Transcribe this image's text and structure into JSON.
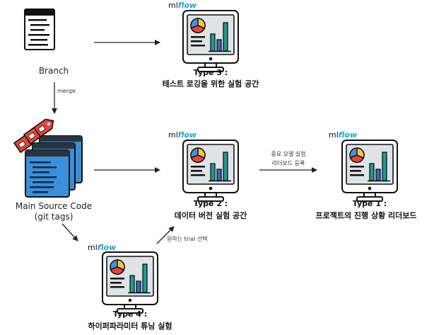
{
  "nodes": {
    "branch": {
      "label": "Branch"
    },
    "main_source": {
      "line1": "Main Source Code",
      "line2": "(git tags)"
    },
    "type3": {
      "title": "Type 3 :",
      "subtitle": "테스트 로깅을 위한 실험 공간"
    },
    "type2": {
      "title": "Type 2 :",
      "subtitle": "데이터 버전 실험 공간"
    },
    "type1": {
      "title": "Type 1 :",
      "subtitle": "프로젝트의 진행 상황 리더보드"
    },
    "type4": {
      "title": "Type 4 :",
      "subtitle": "하이퍼파라미터 튜닝 실험"
    }
  },
  "logo": {
    "ml": "ml",
    "flow": "flow"
  },
  "edges": {
    "merge": "merge",
    "register_line1": "중요 모델 실험",
    "register_line2": "리더보드 등록",
    "select_trial": "원하는 trial 선택"
  },
  "colors": {
    "pie_red": "#e8453c",
    "pie_yellow": "#f5c542",
    "pie_blue": "#4a90d9",
    "bar_teal": "#1e9c8f",
    "bar_blue": "#2f6fb8",
    "screen_bg": "#dfe3e6",
    "code_bg": "#3b8fd9",
    "tag_red": "#e8453c"
  }
}
